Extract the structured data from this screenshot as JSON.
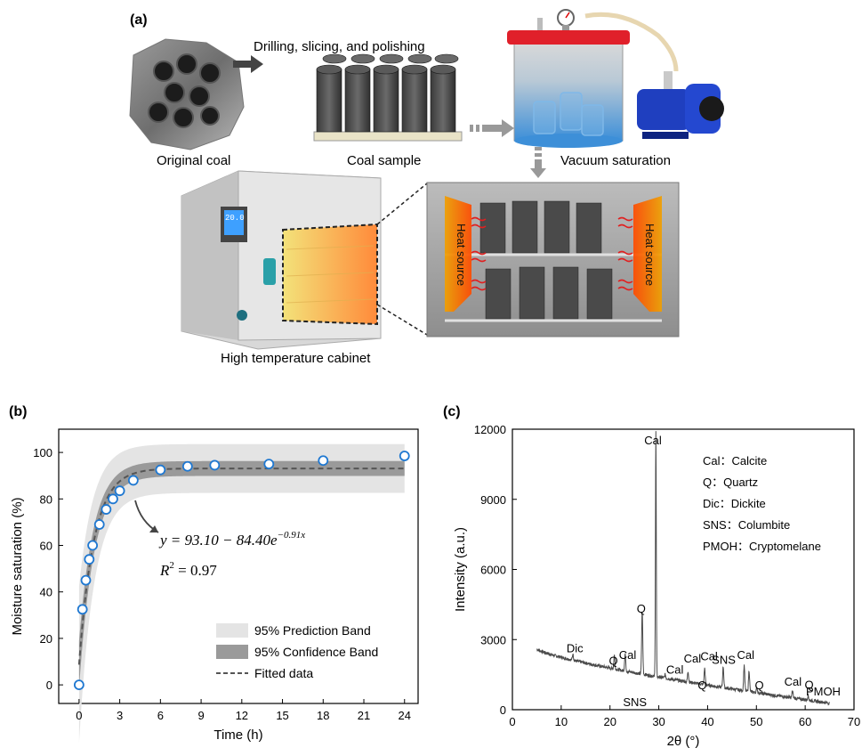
{
  "panel_a": {
    "label": "(a)",
    "drill_caption": "Drilling, slicing, and polishing",
    "original_coal": "Original coal",
    "coal_sample": "Coal sample",
    "vacuum": "Vacuum saturation",
    "cabinet": "High temperature cabinet",
    "heat_left": "Heat source",
    "heat_right": "Heat source",
    "display_value": "20.0"
  },
  "chart_data": [
    {
      "panel": "(b)",
      "type": "scatter",
      "xlabel": "Time (h)",
      "ylabel": "Moisture saturation (%)",
      "xlim": [
        -1.5,
        25
      ],
      "ylim": [
        -8,
        110
      ],
      "xticks": [
        0,
        3,
        6,
        9,
        12,
        15,
        18,
        21,
        24
      ],
      "yticks": [
        0,
        20,
        40,
        60,
        80,
        100
      ],
      "points": {
        "x": [
          0,
          0.25,
          0.5,
          0.75,
          1,
          1.5,
          2,
          2.5,
          3,
          4,
          6,
          8,
          10,
          14,
          18,
          24
        ],
        "y": [
          0,
          32.5,
          45,
          54,
          60,
          69,
          75.5,
          80,
          83.5,
          88,
          92.5,
          94,
          94.5,
          95,
          96.5,
          98.5
        ]
      },
      "fit": {
        "a": 93.1,
        "b": 84.4,
        "k": 0.91
      },
      "equation": "y = 93.10 − 84.40e",
      "equation_exp": "−0.91x",
      "r2": "R",
      "r2_sup": "2",
      "r2_value": " = 0.97",
      "legend": [
        "95% Prediction Band",
        "95% Confidence Band",
        "Fitted data"
      ],
      "colors": {
        "prediction": "#e4e4e4",
        "confidence": "#9a9a9a",
        "point": "#1f78d1",
        "fit": "#555555"
      }
    },
    {
      "panel": "(c)",
      "type": "line",
      "xlabel": "2θ (°)",
      "ylabel": "Intensity (a.u.)",
      "xlim": [
        0,
        70
      ],
      "ylim": [
        0,
        12000
      ],
      "xticks": [
        0,
        10,
        20,
        30,
        40,
        50,
        60,
        70
      ],
      "yticks": [
        0,
        3000,
        6000,
        9000,
        12000
      ],
      "background": {
        "start_x": 5,
        "start_y": 2600,
        "end_x": 65,
        "end_y": 280
      },
      "peaks": [
        {
          "x": 12.4,
          "h": 250
        },
        {
          "x": 20.9,
          "h": 600
        },
        {
          "x": 23.1,
          "h": 750
        },
        {
          "x": 26.6,
          "h": 2700
        },
        {
          "x": 29.4,
          "h": 10500
        },
        {
          "x": 31.3,
          "h": 150
        },
        {
          "x": 36.0,
          "h": 450
        },
        {
          "x": 39.4,
          "h": 700
        },
        {
          "x": 43.2,
          "h": 900
        },
        {
          "x": 47.5,
          "h": 1100
        },
        {
          "x": 48.5,
          "h": 900
        },
        {
          "x": 50.1,
          "h": 200
        },
        {
          "x": 57.4,
          "h": 300
        },
        {
          "x": 60.6,
          "h": 200
        }
      ],
      "annotations": [
        {
          "text": "Cal",
          "x": 28.8,
          "y": 11350
        },
        {
          "text": "Q",
          "x": 26.4,
          "y": 4150
        },
        {
          "text": "Dic",
          "x": 12.8,
          "y": 2450
        },
        {
          "text": "Q",
          "x": 20.7,
          "y": 1920
        },
        {
          "text": "Cal",
          "x": 23.6,
          "y": 2170
        },
        {
          "text": "SNS",
          "x": 25.1,
          "y": 150
        },
        {
          "text": "Cal",
          "x": 33.3,
          "y": 1550
        },
        {
          "text": "Cal",
          "x": 36.9,
          "y": 2020
        },
        {
          "text": "Q",
          "x": 38.9,
          "y": 870
        },
        {
          "text": "Cal",
          "x": 40.3,
          "y": 2120
        },
        {
          "text": "SNS",
          "x": 43.3,
          "y": 1970
        },
        {
          "text": "Cal",
          "x": 47.8,
          "y": 2170
        },
        {
          "text": "Q",
          "x": 50.6,
          "y": 870
        },
        {
          "text": "Cal",
          "x": 57.5,
          "y": 1020
        },
        {
          "text": "Q",
          "x": 60.8,
          "y": 900
        },
        {
          "text": "PMOH",
          "x": 63.7,
          "y": 610
        }
      ],
      "legend_text": [
        "Cal：Calcite",
        "Q：Quartz",
        "Dic：Dickite",
        "SNS：Columbite",
        "PMOH：Cryptomelane"
      ]
    }
  ]
}
